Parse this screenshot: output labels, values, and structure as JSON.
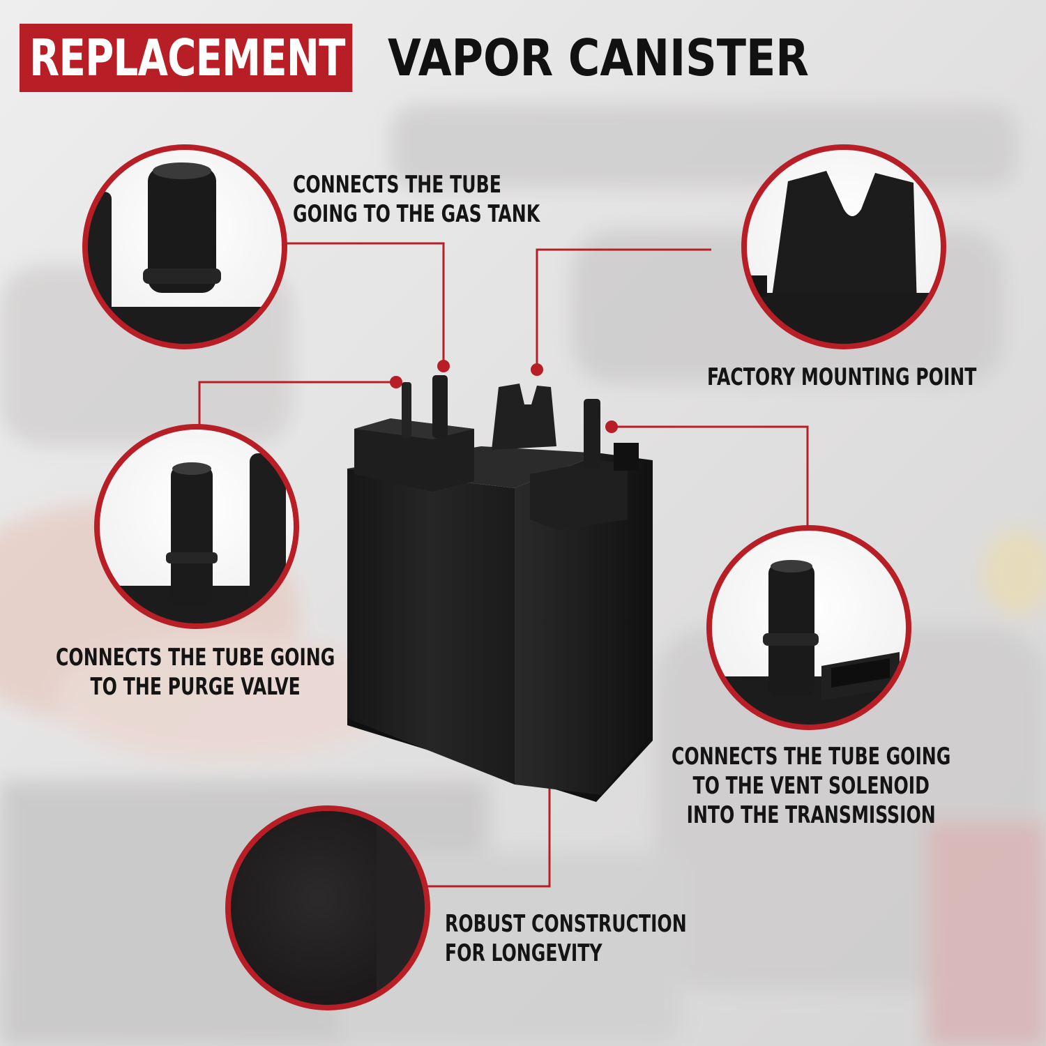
{
  "title": {
    "highlight": "REPLACEMENT",
    "rest": "VAPOR CANISTER"
  },
  "callouts": [
    {
      "id": "gas-tank",
      "lines": [
        "CONNECTS THE TUBE",
        "GOING TO THE GAS TANK"
      ]
    },
    {
      "id": "mounting",
      "lines": [
        "FACTORY MOUNTING POINT"
      ]
    },
    {
      "id": "purge",
      "lines": [
        "CONNECTS THE TUBE GOING",
        "TO THE PURGE VALVE"
      ]
    },
    {
      "id": "vent",
      "lines": [
        "CONNECTS THE TUBE GOING",
        "TO THE VENT SOLENOID",
        "INTO THE TRANSMISSION"
      ]
    },
    {
      "id": "robust",
      "lines": [
        "ROBUST CONSTRUCTION",
        "FOR LONGEVITY"
      ]
    }
  ],
  "colors": {
    "accent_red": "#b81e25",
    "text_dark": "#141414",
    "canister_black": "#1a1a1a"
  }
}
